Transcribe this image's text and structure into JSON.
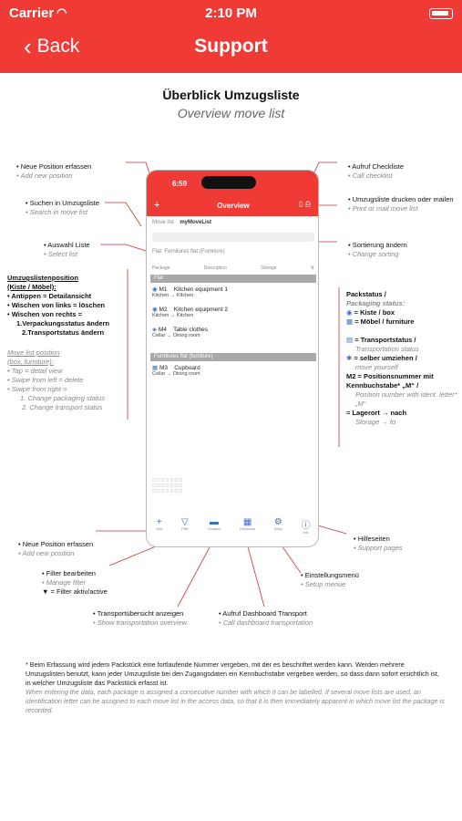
{
  "status": {
    "carrier": "Carrier",
    "time": "2:10 PM"
  },
  "nav": {
    "back_label": "Back",
    "title": "Support"
  },
  "doc": {
    "title": "Überblick Umzugsliste",
    "subtitle": "Overview move list"
  },
  "annotations": {
    "add_top": {
      "de": "Neue Position erfassen",
      "en": "Add new position"
    },
    "search": {
      "de": "Suchen in Umzugsliste",
      "en": "Search in move list"
    },
    "select": {
      "de": "Auswahl Liste",
      "en": "Select list"
    },
    "position": {
      "de_title": "Umzugslistenposition",
      "de_sub": "(Kiste / Möbel):",
      "de_lines": [
        "• Antippen = Detailansicht",
        "• Wischen von links = löschen",
        "• Wischen von rechts =",
        "1.Verpackungsstatus ändern",
        "2.Transportstatus ändern"
      ],
      "en_title": "Move list position",
      "en_sub": "(box, furniture):",
      "en_lines": [
        "• Tap = detail view",
        "• Swipe from left = delete",
        "• Swipe from right =",
        "1. Change packaging status",
        "2. Change transport status"
      ]
    },
    "checklist": {
      "de": "Aufruf Checkliste",
      "en": "Call checklist"
    },
    "print": {
      "de": "Umzugsliste drucken oder mailen",
      "en": "Print or mail move list"
    },
    "sort": {
      "de": "Sortierung ändern",
      "en": "Change sorting"
    },
    "status": {
      "de_title": "Packstatus /",
      "en_title": "Packaging status:",
      "kiste": "= Kiste / box",
      "moebel": "= Möbel / furniture",
      "transport_de": "= Transportstatus /",
      "transport_en": "Transportation status",
      "self_de": "= selber umziehen /",
      "self_en": "move yourself",
      "m2_de": "M2 = Positionsnummer mit Kennbuchstabe* „M“ /",
      "m2_en": "Position number with ident. letter* „M“",
      "storage_de": "= Lagerort → nach",
      "storage_en": "Storage → to"
    },
    "add_bottom": {
      "de": "Neue Position erfassen",
      "en": "Add new position"
    },
    "filter": {
      "de": "Filter bearbeiten",
      "en": "Manage filter",
      "active": "= Filter aktiv/active"
    },
    "transport_overview": {
      "de": "Transportübersicht anzeigen",
      "en": "Show transportation overview"
    },
    "dashboard": {
      "de": "Aufruf Dashboard Transport",
      "en": "Call dashboard transportation"
    },
    "settings": {
      "de": "Einstellungsmenü",
      "en": "Setup menue"
    },
    "help": {
      "de": "Hilfeseiten",
      "en": "Support pages"
    }
  },
  "phone": {
    "time": "6:59",
    "title": "Overview",
    "list_label": "Move list",
    "list_name": "myMoveList",
    "flat_label": "Flat",
    "flat_value": "Furnitures flat (Furniture)",
    "col_package": "Package",
    "col_description": "Description",
    "col_storage": "Storage",
    "group1": "Flat",
    "items": [
      {
        "id": "M1",
        "name": "Kitchen equipment 1",
        "from": "Kitchen",
        "to": "Kitchen"
      },
      {
        "id": "M2",
        "name": "Kitchen equipment 2",
        "from": "Kitchen",
        "to": "Kitchen"
      },
      {
        "id": "M4",
        "name": "Table clothes",
        "from": "Cellar",
        "to": "Dining room"
      }
    ],
    "group2": "Furnitures flat (furniture)",
    "items2": [
      {
        "id": "M3",
        "name": "Cupboard",
        "from": "Cellar",
        "to": "Dining room"
      }
    ],
    "tabs": [
      "New",
      "Filter",
      "Transport",
      "Dashboard",
      "Setup",
      "Info"
    ]
  },
  "footnote": {
    "de": "Beim Erfassung wird jedem Packstück eine fortlaufende Nummer vergeben, mit der es beschriftet werden kann. Werden mehrere Umzugslisten benutzt, kann jeder Umzugsliste bei den Zugangsdaten ein Kennbuchstabe vergeben werden, so dass dann sofort ersichtlich ist, in welcher Umzugsliste das Packstück erfasst ist.",
    "en": "When entering the data, each package is assigned a consecutive number with which it can be labelled. If several move lists are used, an identification letter can be assigned to each move list in the access data, so that it is then immediately apparent in which move list the package is recorded."
  }
}
